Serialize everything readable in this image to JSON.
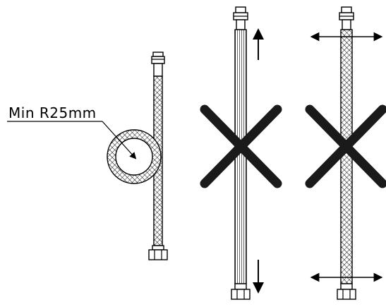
{
  "annotation": {
    "bend_radius_label": "Min  R25mm"
  },
  "figures": [
    {
      "name": "bend-correct",
      "caption": ""
    },
    {
      "name": "stretch-prohibited",
      "caption": ""
    },
    {
      "name": "twist-prohibited",
      "caption": ""
    }
  ],
  "colors": {
    "ink": "#000000",
    "paper": "#ffffff",
    "cross": "#1a1a1a"
  }
}
